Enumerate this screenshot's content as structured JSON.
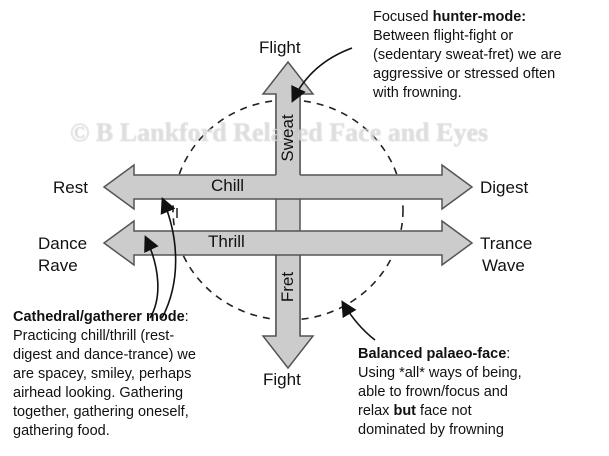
{
  "labels": {
    "top": "Flight",
    "bottom": "Fight",
    "left_upper": "Rest",
    "right_upper": "Digest",
    "left_lower_1": "Dance",
    "left_lower_2": "Rave",
    "right_lower_1": "Trance",
    "right_lower_2": "Wave"
  },
  "arrows": {
    "upper": "Chill",
    "lower": "Thrill",
    "vertical_top": "Sweat",
    "vertical_bottom": "Fret"
  },
  "notes": {
    "hunter": {
      "intro": "Focused ",
      "title": "hunter-mode:",
      "lines": [
        "Between flight-fight or",
        "(sedentary sweat-fret)  we are",
        "aggressive or stressed often",
        "with frowning."
      ]
    },
    "gatherer": {
      "title": "Cathedral/gatherer mode",
      "title_suffix": ":",
      "lines": [
        "Practicing chill/thrill (rest-",
        "digest and dance-trance) we",
        "are spacey, smiley, perhaps",
        "airhead looking.  Gathering",
        "together, gathering oneself,",
        "gathering food."
      ]
    },
    "palaeo": {
      "title": "Balanced palaeo-face",
      "title_suffix": ":",
      "line1": "Using *all* ways of being,",
      "line2": "able to frown/focus and",
      "line3_pre": "relax ",
      "line3_bold": "but",
      "line3_post": " face not",
      "line4": "dominated by frowning"
    }
  },
  "watermark": "© B Lankford Relaxed Face and Eyes",
  "colors": {
    "arrow_fill": "#cccccc",
    "arrow_stroke": "#555555",
    "circle": "#222222"
  }
}
